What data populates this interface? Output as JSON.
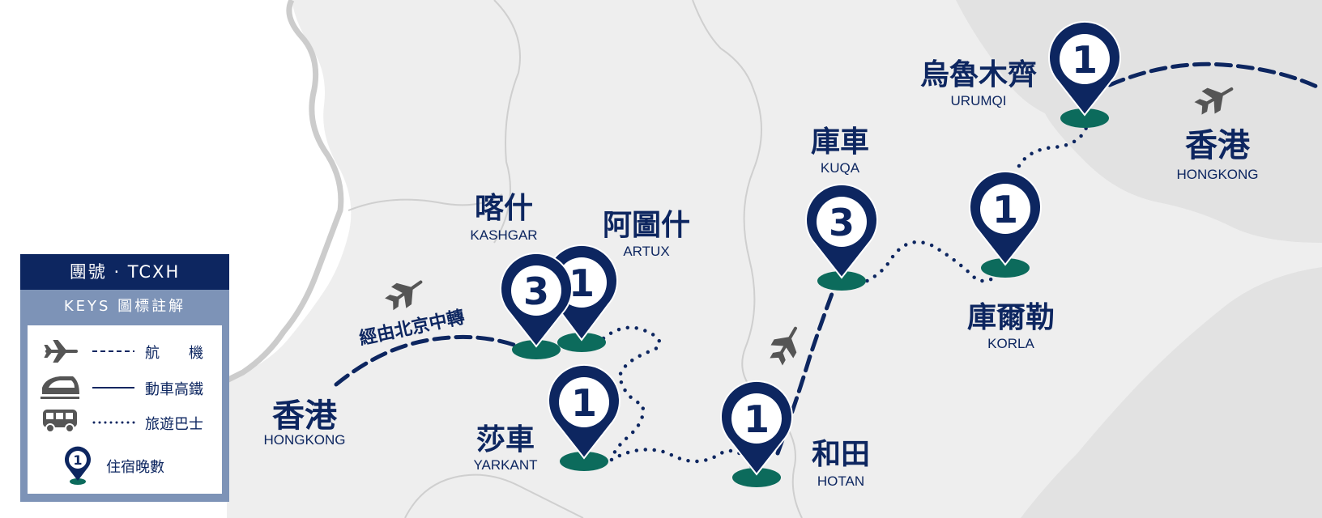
{
  "legend": {
    "group_code": "團號 · TCXH",
    "keys_title": "KEYS 圖標註解",
    "items": [
      {
        "icon": "plane-icon",
        "line": "dashed",
        "label": "航　　機"
      },
      {
        "icon": "train-icon",
        "line": "solid",
        "label": "動車高鐵"
      },
      {
        "icon": "bus-icon",
        "line": "dotted",
        "label": "旅遊巴士"
      },
      {
        "icon": "pin-icon",
        "pin_number": "1",
        "label": "住宿晚數"
      }
    ]
  },
  "cities": {
    "hongkong_west": {
      "zh": "香港",
      "en": "HONGKONG"
    },
    "kashgar": {
      "zh": "喀什",
      "en": "KASHGAR",
      "nights": "3"
    },
    "artux": {
      "zh": "阿圖什",
      "en": "ARTUX",
      "nights": "1"
    },
    "yarkant": {
      "zh": "莎車",
      "en": "YARKANT",
      "nights": "1"
    },
    "hotan": {
      "zh": "和田",
      "en": "HOTAN",
      "nights": "1"
    },
    "kuqa": {
      "zh": "庫車",
      "en": "KUQA",
      "nights": "3"
    },
    "korla": {
      "zh": "庫爾勒",
      "en": "KORLA",
      "nights": "1"
    },
    "urumqi": {
      "zh": "烏魯木齊",
      "en": "URUMQI",
      "nights": "1"
    },
    "hongkong_east": {
      "zh": "香港",
      "en": "HONGKONG"
    }
  },
  "route_note": "經由北京中轉",
  "colors": {
    "navy": "#0d2660",
    "teal": "#0c6b5c",
    "land": "#ededed",
    "border": "#cfcfcf",
    "legend_frame": "#7d93b7",
    "plane": "#555555"
  }
}
